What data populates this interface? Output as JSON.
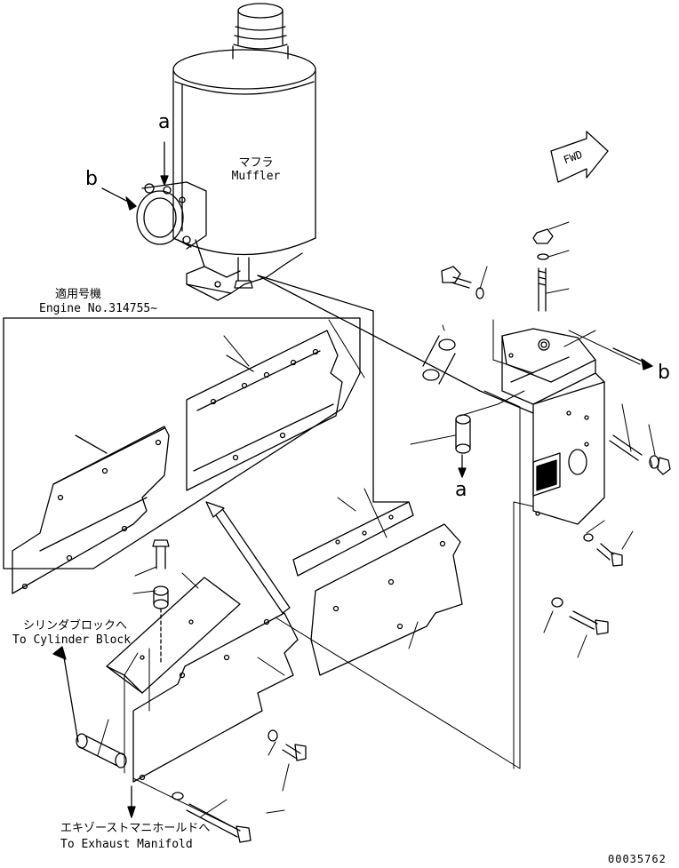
{
  "muffler": {
    "label_jp": "マフラ",
    "label_en": "Muffler"
  },
  "engine_applicability": {
    "label_jp": "適用号機",
    "label_en": "Engine No.314755~"
  },
  "to_cylinder_block": {
    "label_jp": "シリンダブロックへ",
    "label_en": "To Cylinder Block"
  },
  "to_exhaust_manifold": {
    "label_jp": "エキゾーストマニホールドへ",
    "label_en": "To Exhaust Manifold"
  },
  "arrow_fwd": "FWD",
  "view_refs": {
    "a_top": "a",
    "b_left": "b",
    "a_bottom": "a",
    "b_right": "b"
  },
  "drawing_number": "00035762"
}
